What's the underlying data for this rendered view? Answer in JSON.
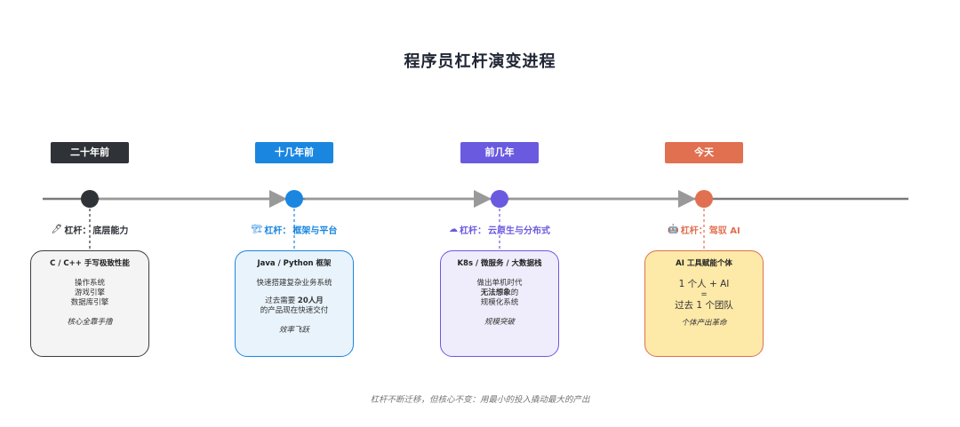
{
  "title": "程序员杠杆演变进程",
  "eras": [
    {
      "tag": "二十年前",
      "color": "#2f3237",
      "lever_icon": "🖊",
      "lever_prefix": "杠杆：",
      "lever_value": "底层能力",
      "card_title": "C / C++ 手写极致性能",
      "lines": [
        "操作系统",
        "游戏引擎",
        "数据库引擎"
      ],
      "foot": "核心全靠手撸"
    },
    {
      "tag": "十几年前",
      "color": "#1a86e0",
      "lever_icon": "🏗",
      "lever_prefix": "杠杆：",
      "lever_value": "框架与平台",
      "card_title": "Java / Python 框架",
      "lines": [
        "快速搭建复杂业务系统"
      ],
      "lines2_pre": "过去需要 ",
      "lines2_bold": "20人月",
      "lines2_b": "的产品现在快速交付",
      "foot": "效率飞跃"
    },
    {
      "tag": "前几年",
      "color": "#6a5ae0",
      "lever_icon": "☁",
      "lever_prefix": "杠杆：",
      "lever_value": "云原生与分布式",
      "card_title": "K8s / 微服务 / 大数据栈",
      "lines": [
        "做出单机时代"
      ],
      "bold_line": "无法想象",
      "bold_suffix": "的",
      "line3": "规模化系统",
      "foot": "规模突破"
    },
    {
      "tag": "今天",
      "color": "#e07050",
      "lever_icon": "🤖",
      "lever_prefix": "杠杆：",
      "lever_value": "驾驭 AI",
      "card_title": "AI 工具赋能个体",
      "big_lines": [
        "1 个人 + AI",
        "=",
        "过去 1 个团队"
      ],
      "foot": "个体产出革命"
    }
  ],
  "footer": "杠杆不断迁移，但核心不变：用最小的投入撬动最大的产出"
}
